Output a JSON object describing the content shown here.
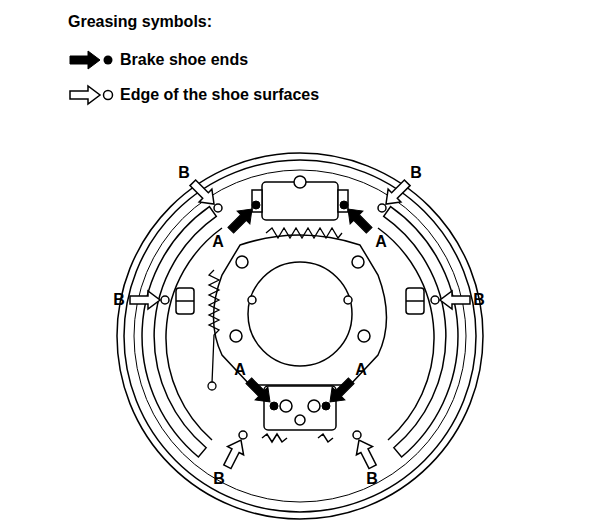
{
  "diagram": {
    "title": "Greasing symbols:",
    "labels": [
      "B",
      "B",
      "A",
      "A",
      "B",
      "B",
      "A",
      "A",
      "B",
      "B"
    ],
    "legend": [
      {
        "text": "Brake shoe ends"
      },
      {
        "text": "Edge of the shoe surfaces"
      }
    ]
  }
}
